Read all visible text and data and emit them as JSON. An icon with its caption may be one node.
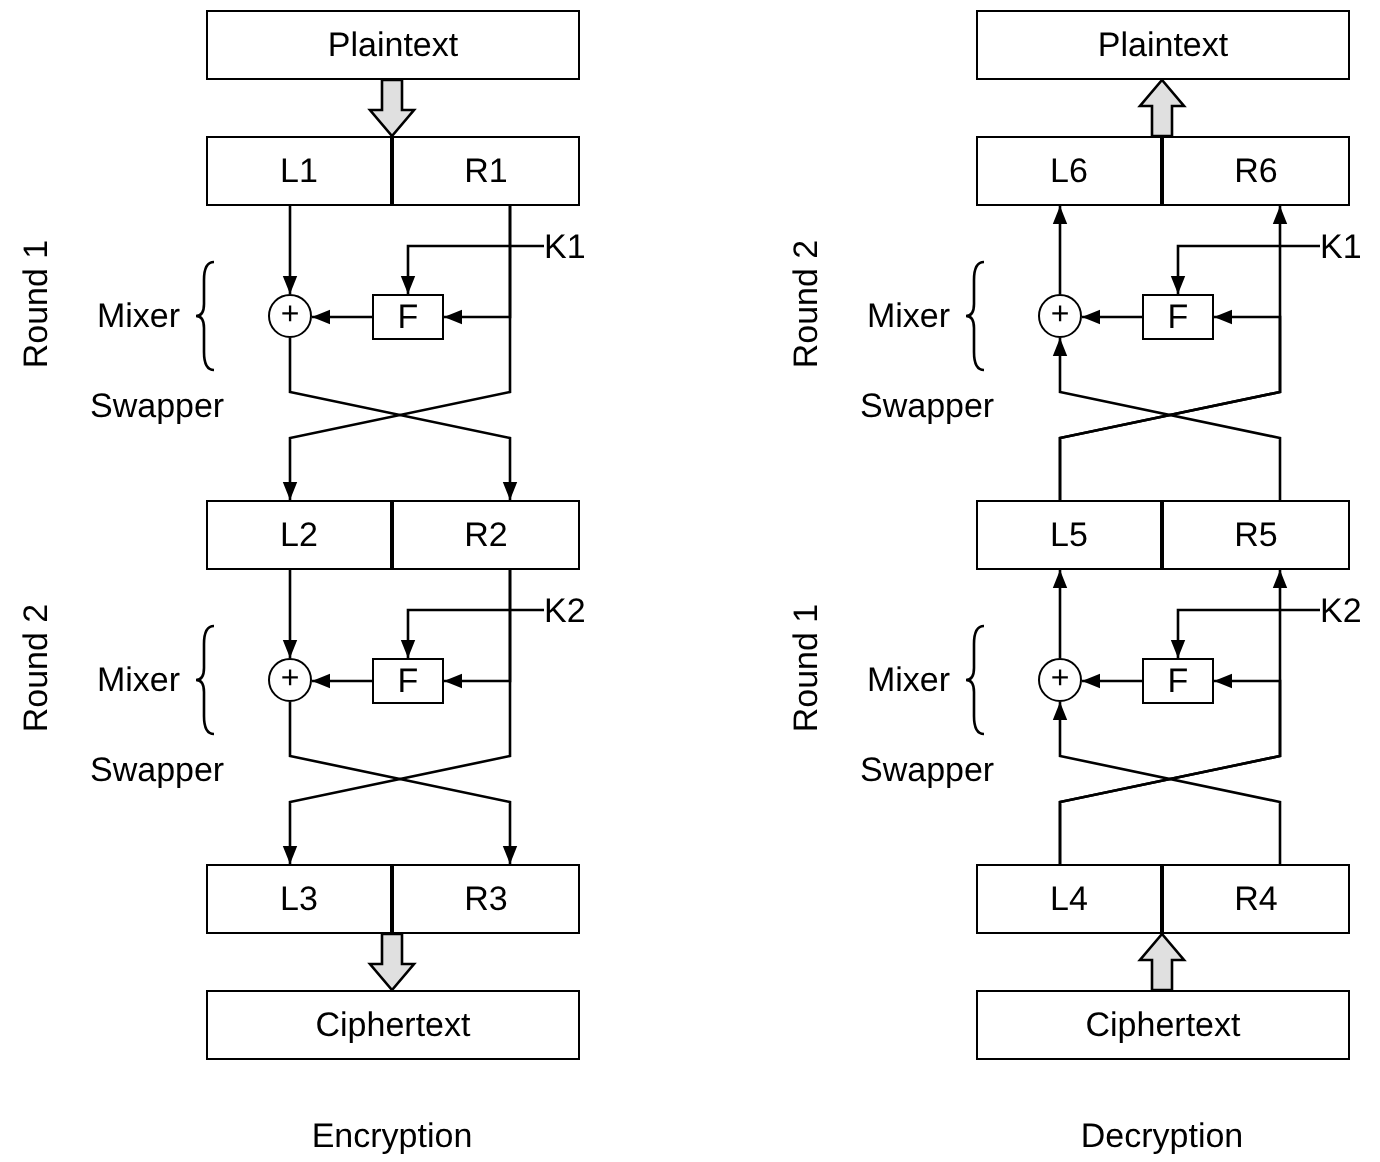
{
  "diagram": {
    "nodes": [
      {
        "text": [
          "Plaintext"
        ]
      },
      {
        "text": [
          "L1"
        ]
      },
      {
        "text": [
          "R1"
        ]
      },
      {
        "text": [
          "+"
        ]
      },
      {
        "text": [
          "F"
        ]
      },
      {
        "text": [
          "K1"
        ]
      },
      {
        "text": [
          "L2"
        ]
      },
      {
        "text": [
          "R2"
        ]
      },
      {
        "text": [
          "+"
        ]
      },
      {
        "text": [
          "F"
        ]
      },
      {
        "text": [
          "K2"
        ]
      },
      {
        "text": [
          "L3"
        ]
      },
      {
        "text": [
          "R3"
        ]
      },
      {
        "text": [
          "Ciphertext"
        ]
      },
      {
        "text": [
          "Plaintext"
        ]
      },
      {
        "text": [
          "L6"
        ]
      },
      {
        "text": [
          "R6"
        ]
      },
      {
        "text": [
          "+"
        ]
      },
      {
        "text": [
          "F"
        ]
      },
      {
        "text": [
          "K1"
        ]
      },
      {
        "text": [
          "L5"
        ]
      },
      {
        "text": [
          "R5"
        ]
      },
      {
        "text": [
          "+"
        ]
      },
      {
        "text": [
          "F"
        ]
      },
      {
        "text": [
          "K2"
        ]
      },
      {
        "text": [
          "L4"
        ]
      },
      {
        "text": [
          "R4"
        ]
      },
      {
        "text": [
          "Ciphertext"
        ]
      }
    ],
    "edges": [
      {
        "from": 0,
        "to": 1,
        "arrow": "to",
        "style": "thick"
      },
      {
        "from": 1,
        "to": 3,
        "arrow": "to"
      },
      {
        "from": 2,
        "to": 4,
        "arrow": "to"
      },
      {
        "from": 2,
        "to": 6,
        "arrow": "to"
      },
      {
        "from": 5,
        "to": 4,
        "arrow": "to"
      },
      {
        "from": 4,
        "to": 3,
        "arrow": "to"
      },
      {
        "from": 3,
        "to": 7,
        "arrow": "to"
      },
      {
        "from": 6,
        "to": 8,
        "arrow": "to"
      },
      {
        "from": 7,
        "to": 9,
        "arrow": "to"
      },
      {
        "from": 7,
        "to": 11,
        "arrow": "to"
      },
      {
        "from": 10,
        "to": 9,
        "arrow": "to"
      },
      {
        "from": 9,
        "to": 8,
        "arrow": "to"
      },
      {
        "from": 8,
        "to": 12,
        "arrow": "to"
      },
      {
        "from": 11,
        "to": 13,
        "arrow": "to",
        "style": "thick"
      },
      {
        "from": 15,
        "to": 14,
        "arrow": "to",
        "style": "thick"
      },
      {
        "from": 17,
        "to": 15,
        "arrow": "to"
      },
      {
        "from": 18,
        "to": 17,
        "arrow": "to"
      },
      {
        "from": 19,
        "to": 18,
        "arrow": "to"
      },
      {
        "from": 20,
        "to": 16,
        "arrow": "to"
      },
      {
        "from": 20,
        "to": 18,
        "arrow": "to"
      },
      {
        "from": 21,
        "to": 17,
        "arrow": "to"
      },
      {
        "from": 22,
        "to": 20,
        "arrow": "to"
      },
      {
        "from": 23,
        "to": 22,
        "arrow": "to"
      },
      {
        "from": 24,
        "to": 23,
        "arrow": "to"
      },
      {
        "from": 25,
        "to": 21,
        "arrow": "to"
      },
      {
        "from": 25,
        "to": 23,
        "arrow": "to"
      },
      {
        "from": 26,
        "to": 22,
        "arrow": "to"
      },
      {
        "from": 27,
        "to": 25,
        "arrow": "to",
        "style": "thick"
      }
    ],
    "labels": [
      "Round 1",
      "Mixer",
      "Swapper",
      "Round 2",
      "Mixer",
      "Swapper",
      "Encryption",
      "Round 2",
      "Mixer",
      "Swapper",
      "Round 1",
      "Mixer",
      "Swapper",
      "Decryption"
    ]
  }
}
